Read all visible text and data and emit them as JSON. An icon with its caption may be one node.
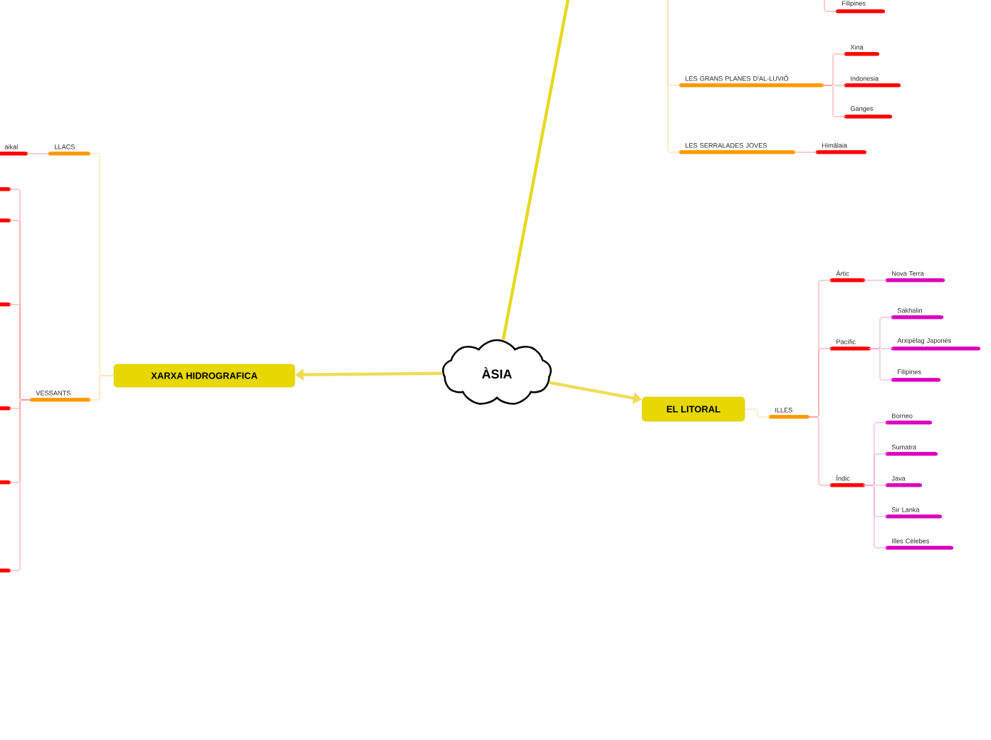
{
  "diagram": {
    "nodes": [
      {
        "text": [
          "ÀSIA"
        ]
      },
      {
        "text": [
          "XARXA HIDROGRAFICA"
        ]
      },
      {
        "text": [
          "EL LITORAL"
        ]
      },
      {
        "text": [
          "LLACS"
        ]
      },
      {
        "text": [
          "aikal"
        ]
      },
      {
        "text": [
          "VESSANTS"
        ]
      },
      {
        "text": [],
        "shape": "bar"
      },
      {
        "text": [],
        "shape": "bar"
      },
      {
        "text": [],
        "shape": "bar"
      },
      {
        "text": [],
        "shape": "bar"
      },
      {
        "text": [],
        "shape": "bar"
      },
      {
        "text": [],
        "shape": "bar"
      },
      {
        "text": [
          "ILLES"
        ]
      },
      {
        "text": [
          "Àrtic"
        ]
      },
      {
        "text": [
          "Nova Terra"
        ]
      },
      {
        "text": [
          "Pacífic"
        ]
      },
      {
        "text": [
          "Sakhalin"
        ]
      },
      {
        "text": [
          "Arxipèlag Japonès"
        ]
      },
      {
        "text": [
          "Filipines"
        ]
      },
      {
        "text": [
          "Índic"
        ]
      },
      {
        "text": [
          "Borneo"
        ]
      },
      {
        "text": [
          "Sumatra"
        ]
      },
      {
        "text": [
          "Java"
        ]
      },
      {
        "text": [
          "Sir Lanka"
        ]
      },
      {
        "text": [
          "Illes Cèlebes"
        ]
      },
      {
        "text": [
          "Filipines"
        ]
      },
      {
        "text": [
          "LES GRANS PLANES D'AL-LUVIÓ"
        ]
      },
      {
        "text": [
          "Xina"
        ]
      },
      {
        "text": [
          "Indonesia"
        ]
      },
      {
        "text": [
          "Ganges"
        ]
      },
      {
        "text": [
          "LES SERRALADES JOVES"
        ]
      },
      {
        "text": [
          "Himàlaia"
        ]
      }
    ],
    "edges": [
      {
        "from": 0,
        "to": 1,
        "arrow": "to",
        "style": "thick",
        "color": "#eedd55"
      },
      {
        "from": 0,
        "to": 2,
        "arrow": "to",
        "style": "thick",
        "color": "#eedd55"
      },
      {
        "from": 0,
        "to": null,
        "arrow": "none",
        "style": "thick",
        "color": "#e8d820"
      },
      {
        "from": 1,
        "to": 3,
        "arrow": "none",
        "color": "#ffd98c"
      },
      {
        "from": 1,
        "to": 5,
        "arrow": "none",
        "color": "#ffd98c"
      },
      {
        "from": 3,
        "to": 4,
        "arrow": "none",
        "color": "#ff9999"
      },
      {
        "from": 5,
        "to": 6,
        "arrow": "none",
        "color": "#ff9999"
      },
      {
        "from": 5,
        "to": 7,
        "arrow": "none",
        "color": "#ff9999"
      },
      {
        "from": 5,
        "to": 8,
        "arrow": "none",
        "color": "#ff9999"
      },
      {
        "from": 5,
        "to": 9,
        "arrow": "none",
        "color": "#ff9999"
      },
      {
        "from": 5,
        "to": 10,
        "arrow": "none",
        "color": "#ff9999"
      },
      {
        "from": 5,
        "to": 11,
        "arrow": "none",
        "color": "#ff9999"
      },
      {
        "from": 2,
        "to": 12,
        "arrow": "none",
        "color": "#ffd98c"
      },
      {
        "from": 12,
        "to": 13,
        "arrow": "none",
        "color": "#ff9999"
      },
      {
        "from": 12,
        "to": 15,
        "arrow": "none",
        "color": "#ff9999"
      },
      {
        "from": 12,
        "to": 19,
        "arrow": "none",
        "color": "#ff9999"
      },
      {
        "from": 13,
        "to": 14,
        "arrow": "none",
        "color": "#f0a0e0"
      },
      {
        "from": 15,
        "to": 16,
        "arrow": "none",
        "color": "#f0a0e0"
      },
      {
        "from": 15,
        "to": 17,
        "arrow": "none",
        "color": "#f0a0e0"
      },
      {
        "from": 15,
        "to": 18,
        "arrow": "none",
        "color": "#f0a0e0"
      },
      {
        "from": 19,
        "to": 20,
        "arrow": "none",
        "color": "#f0a0e0"
      },
      {
        "from": 19,
        "to": 21,
        "arrow": "none",
        "color": "#f0a0e0"
      },
      {
        "from": 19,
        "to": 22,
        "arrow": "none",
        "color": "#f0a0e0"
      },
      {
        "from": 19,
        "to": 23,
        "arrow": "none",
        "color": "#f0a0e0"
      },
      {
        "from": 19,
        "to": 24,
        "arrow": "none",
        "color": "#f0a0e0"
      },
      {
        "from": null,
        "to": 25,
        "arrow": "none",
        "color": "#ff9999"
      },
      {
        "from": null,
        "to": 26,
        "arrow": "none",
        "color": "#ffd98c"
      },
      {
        "from": 26,
        "to": 27,
        "arrow": "none",
        "color": "#ff9999"
      },
      {
        "from": 26,
        "to": 28,
        "arrow": "none",
        "color": "#ff9999"
      },
      {
        "from": 26,
        "to": 29,
        "arrow": "none",
        "color": "#ff9999"
      },
      {
        "from": null,
        "to": 30,
        "arrow": "none",
        "color": "#ffd98c"
      },
      {
        "from": 30,
        "to": 31,
        "arrow": "none",
        "color": "#ff9999"
      }
    ]
  }
}
